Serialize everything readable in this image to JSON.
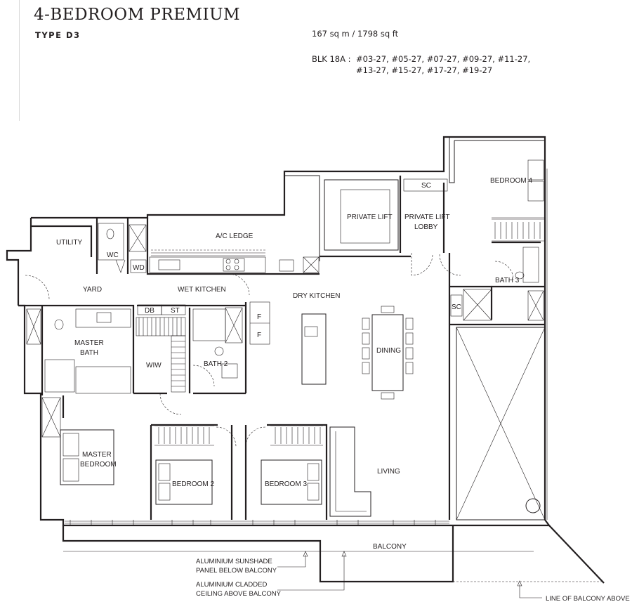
{
  "header": {
    "title": "4-BEDROOM PREMIUM",
    "type": "TYPE D3",
    "area": "167 sq m / 1798 sq ft",
    "blk_label": "BLK 18A :",
    "units_line1": "#03-27, #05-27, #07-27, #09-27, #11-27,",
    "units_line2": "#13-27, #15-27, #17-27, #19-27"
  },
  "rooms": {
    "utility": "UTILITY",
    "wc": "WC",
    "wd": "WD",
    "ac_ledge": "A/C LEDGE",
    "private_lift": "PRIVATE LIFT",
    "sc_top": "SC",
    "private_lift_lobby_1": "PRIVATE LIFT",
    "private_lift_lobby_2": "LOBBY",
    "bedroom4": "BEDROOM 4",
    "bath3": "BATH 3",
    "sc_right": "SC",
    "yard": "YARD",
    "wet_kitchen": "WET KITCHEN",
    "dry_kitchen": "DRY KITCHEN",
    "db": "DB",
    "st": "ST",
    "fridge1": "F",
    "fridge2": "F",
    "master_bath_1": "MASTER",
    "master_bath_2": "BATH",
    "wiw": "WIW",
    "bath2": "BATH 2",
    "dining": "DINING",
    "master_bedroom_1": "MASTER",
    "master_bedroom_2": "BEDROOM",
    "bedroom2": "BEDROOM 2",
    "bedroom3": "BEDROOM 3",
    "living": "LIVING",
    "balcony": "BALCONY"
  },
  "annotations": {
    "sunshade_1": "ALUMINIUM SUNSHADE",
    "sunshade_2": "PANEL BELOW BALCONY",
    "cladded_1": "ALUMINIUM CLADDED",
    "cladded_2": "CEILING ABOVE BALCONY",
    "balcony_line": "LINE OF BALCONY ABOVE"
  }
}
